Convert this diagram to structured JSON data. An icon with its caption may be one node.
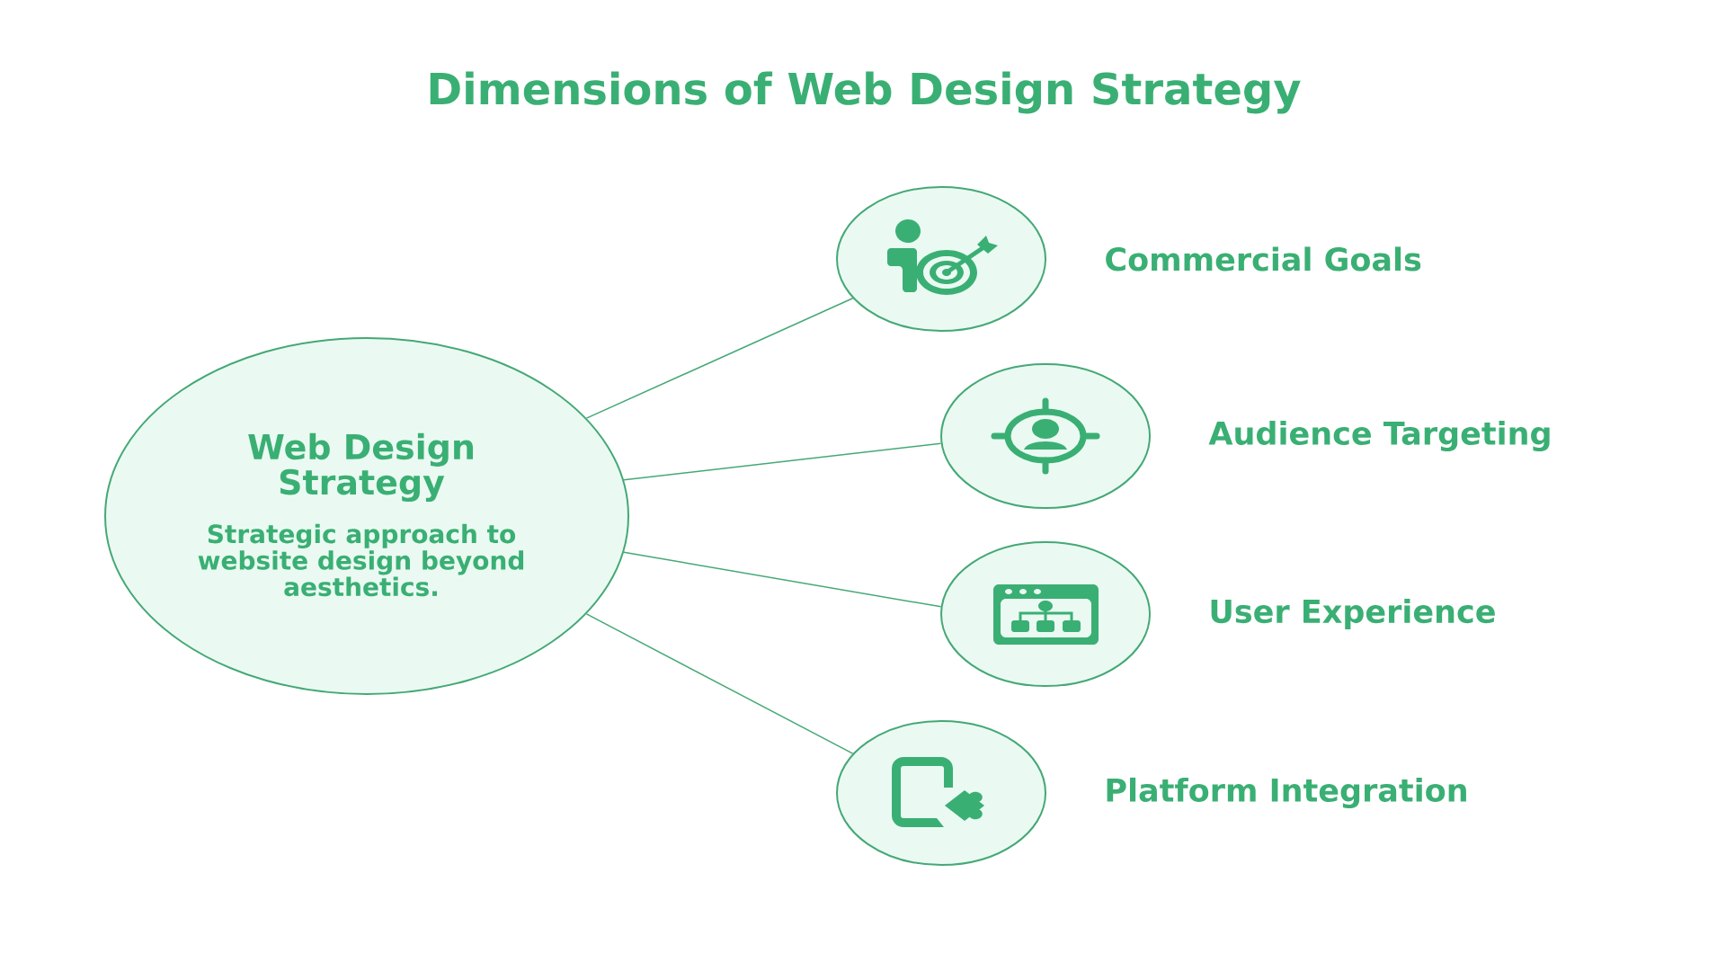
{
  "diagram": {
    "title": "Dimensions of Web Design Strategy",
    "nodes": [
      {
        "text": [
          "Web Design Strategy",
          "Strategic approach to website design beyond aesthetics."
        ]
      },
      {
        "text": [],
        "shape": "circle",
        "beside": [
          "Commercial Goals"
        ]
      },
      {
        "text": [],
        "shape": "circle",
        "beside": [
          "Audience Targeting"
        ]
      },
      {
        "text": [],
        "shape": "circle",
        "beside": [
          "User Experience"
        ]
      },
      {
        "text": [],
        "shape": "circle",
        "beside": [
          "Platform Integration"
        ]
      }
    ],
    "edges": [
      {
        "from": 0,
        "to": 1,
        "arrow": "none"
      },
      {
        "from": 0,
        "to": 2,
        "arrow": "none"
      },
      {
        "from": 0,
        "to": 3,
        "arrow": "none"
      },
      {
        "from": 0,
        "to": 4,
        "arrow": "none"
      }
    ]
  }
}
